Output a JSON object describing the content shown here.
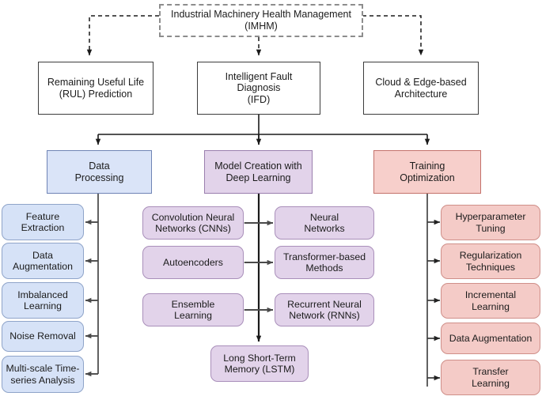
{
  "diagram": {
    "title": "Industrial Machinery Health Management (IMHM) taxonomy",
    "colors": {
      "data_processing": "#dae4f8",
      "model_creation": "#e2d3ea",
      "training_optimization": "#f7cfcb",
      "edge_stroke": "#333333",
      "dashed_stroke": "#555555"
    },
    "root": {
      "label": "Industrial Machinery Health Management\n(IMHM)"
    },
    "domains": [
      {
        "label": "Remaining Useful Life\n(RUL) Prediction"
      },
      {
        "label": "Intelligent Fault\nDiagnosis\n(IFD)"
      },
      {
        "label": "Cloud & Edge-based\nArchitecture"
      }
    ],
    "categories": [
      {
        "label": "Data\nProcessing"
      },
      {
        "label": "Model Creation with\nDeep Learning"
      },
      {
        "label": "Training\nOptimization"
      }
    ],
    "data_processing_items": [
      {
        "label": "Feature\nExtraction"
      },
      {
        "label": "Data\nAugmentation"
      },
      {
        "label": "Imbalanced\nLearning"
      },
      {
        "label": "Noise Removal"
      },
      {
        "label": "Multi-scale Time-\nseries Analysis"
      }
    ],
    "model_items_left": [
      {
        "label": "Convolution Neural\nNetworks (CNNs)"
      },
      {
        "label": "Autoencoders"
      },
      {
        "label": "Ensemble\nLearning"
      }
    ],
    "model_items_right": [
      {
        "label": "Neural\nNetworks"
      },
      {
        "label": "Transformer-based\nMethods"
      },
      {
        "label": "Recurrent Neural\nNetwork (RNNs)"
      }
    ],
    "model_item_bottom": {
      "label": "Long Short-Term\nMemory (LSTM)"
    },
    "training_items": [
      {
        "label": "Hyperparameter\nTuning"
      },
      {
        "label": "Regularization\nTechniques"
      },
      {
        "label": "Incremental\nLearning"
      },
      {
        "label": "Data Augmentation"
      },
      {
        "label": "Transfer\nLearning"
      }
    ]
  }
}
